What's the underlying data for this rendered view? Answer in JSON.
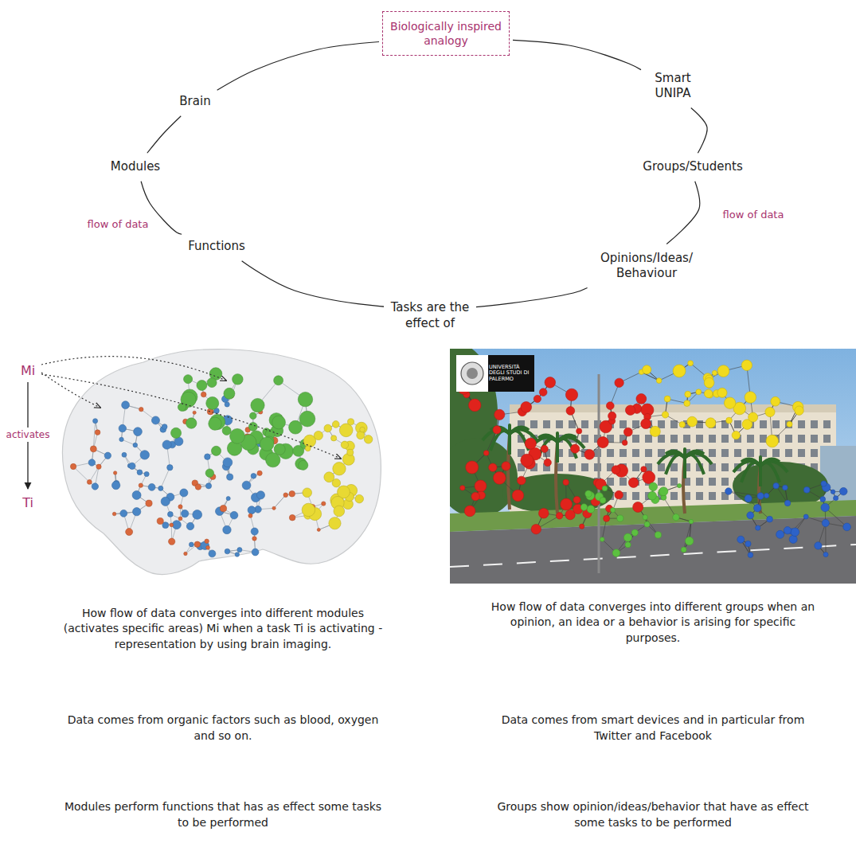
{
  "diagram": {
    "nodes": [
      {
        "text": [
          "Biologically inspired analogy"
        ]
      },
      {
        "text": [
          "Brain"
        ]
      },
      {
        "text": [
          "Smart UNIPA"
        ]
      },
      {
        "text": [
          "Modules"
        ]
      },
      {
        "text": [
          "Groups/Students"
        ]
      },
      {
        "text": [
          "Functions"
        ]
      },
      {
        "text": [
          "Opinions/Ideas/ Behaviour"
        ]
      }
    ],
    "edges": [
      {
        "from": 0,
        "to": 1,
        "arrow": "none"
      },
      {
        "from": 0,
        "to": 2,
        "arrow": "none"
      },
      {
        "from": 1,
        "to": 3,
        "arrow": "none"
      },
      {
        "from": 2,
        "to": 4,
        "arrow": "none"
      },
      {
        "from": 3,
        "to": 5,
        "label": "flow of data",
        "arrow": "none"
      },
      {
        "from": 4,
        "to": 6,
        "label": "flow of data",
        "arrow": "none"
      },
      {
        "from": 5,
        "to": 6,
        "label": "Tasks are the effect of",
        "arrow": "none"
      }
    ],
    "labels": [
      "Mi",
      "activates",
      "Ti",
      "UNIVERSITÀ DEGLI STUDI DI PALERMO",
      "How flow of data converges into different modules (activates specific areas) Mi when a task Ti is activating - representation by using brain imaging.",
      "How flow of data converges into different groups when an opinion, an idea or a behavior is arising for specific purposes.",
      "Data comes from organic factors such as blood, oxygen and so on.",
      "Data comes from smart devices and in particular from Twitter and Facebook",
      "Modules perform functions that has as effect some tasks to be performed",
      "Groups show opinion/ideas/behavior that have as effect some tasks to be performed"
    ]
  }
}
